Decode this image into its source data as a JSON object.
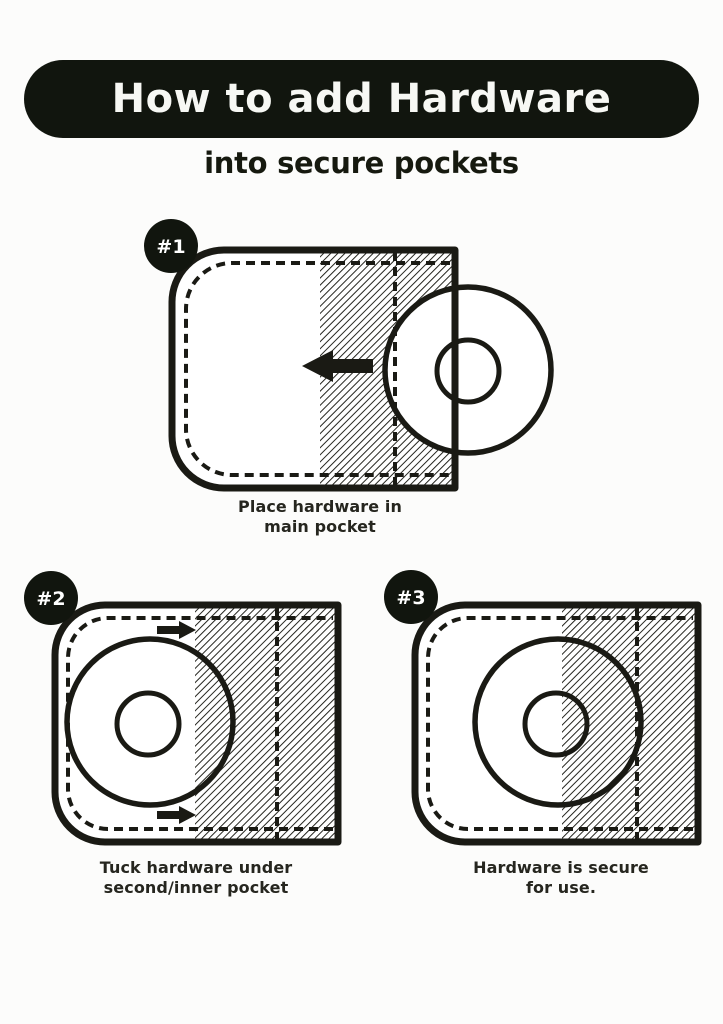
{
  "page": {
    "background": "#fcfcfb"
  },
  "header": {
    "title": "How to add Hardware",
    "subtitle": "into secure pockets",
    "banner_color": "#11150e",
    "title_color": "#f7f8f4",
    "subtitle_color": "#16190f"
  },
  "colors": {
    "ink": "#1a1a14",
    "hatch_line": "#1a1a14",
    "fabric_fill": "#ffffff"
  },
  "steps": [
    {
      "badge": "#1",
      "caption": "Place hardware in\nmain pocket"
    },
    {
      "badge": "#2",
      "caption": "Tuck hardware under\nsecond/inner pocket"
    },
    {
      "badge": "#3",
      "caption": "Hardware is secure\nfor use."
    }
  ]
}
